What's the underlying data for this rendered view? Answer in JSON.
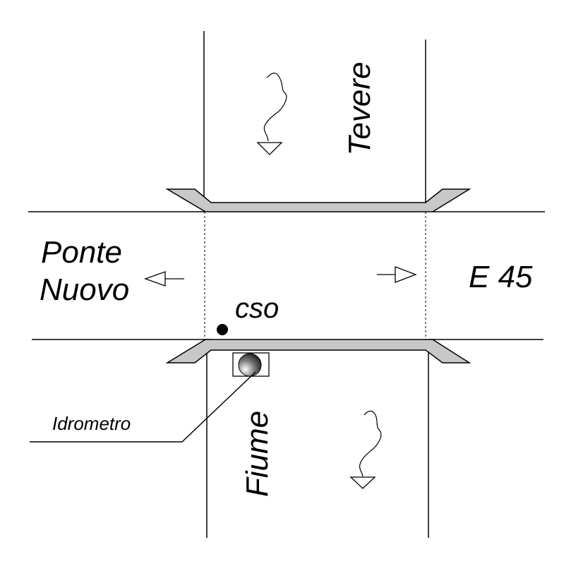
{
  "labels": {
    "river_upper": "Tevere",
    "river_lower": "Fiume",
    "road_left_line1": "Ponte",
    "road_left_line2": "Nuovo",
    "road_right": "E 45",
    "point": "cso",
    "gauge": "Idrometro"
  },
  "colors": {
    "line": "#000000",
    "bridge_fill": "#c8c8c8",
    "background": "#ffffff"
  },
  "icons": {
    "flow": "flow-arrow-icon",
    "direction": "direction-arrow-icon",
    "gauge": "gauge-sensor-icon"
  }
}
